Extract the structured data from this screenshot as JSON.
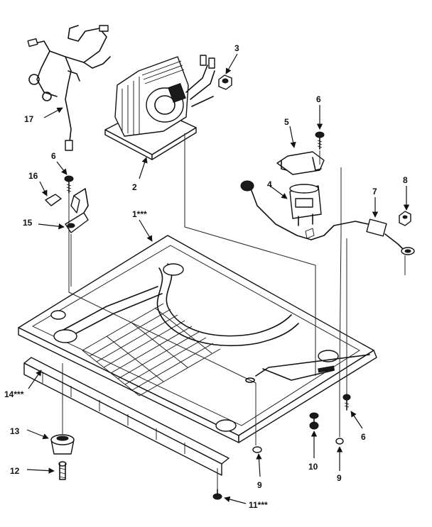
{
  "diagram": {
    "callouts": {
      "c1": "1***",
      "c2": "2",
      "c3": "3",
      "c4": "4",
      "c5": "5",
      "c6a": "6",
      "c6b": "6",
      "c6c": "6",
      "c7": "7",
      "c8": "8",
      "c9a": "9",
      "c9b": "9",
      "c10": "10",
      "c11": "11***",
      "c12": "12",
      "c13": "13",
      "c14": "14***",
      "c15": "15",
      "c16": "16",
      "c17": "17"
    }
  }
}
